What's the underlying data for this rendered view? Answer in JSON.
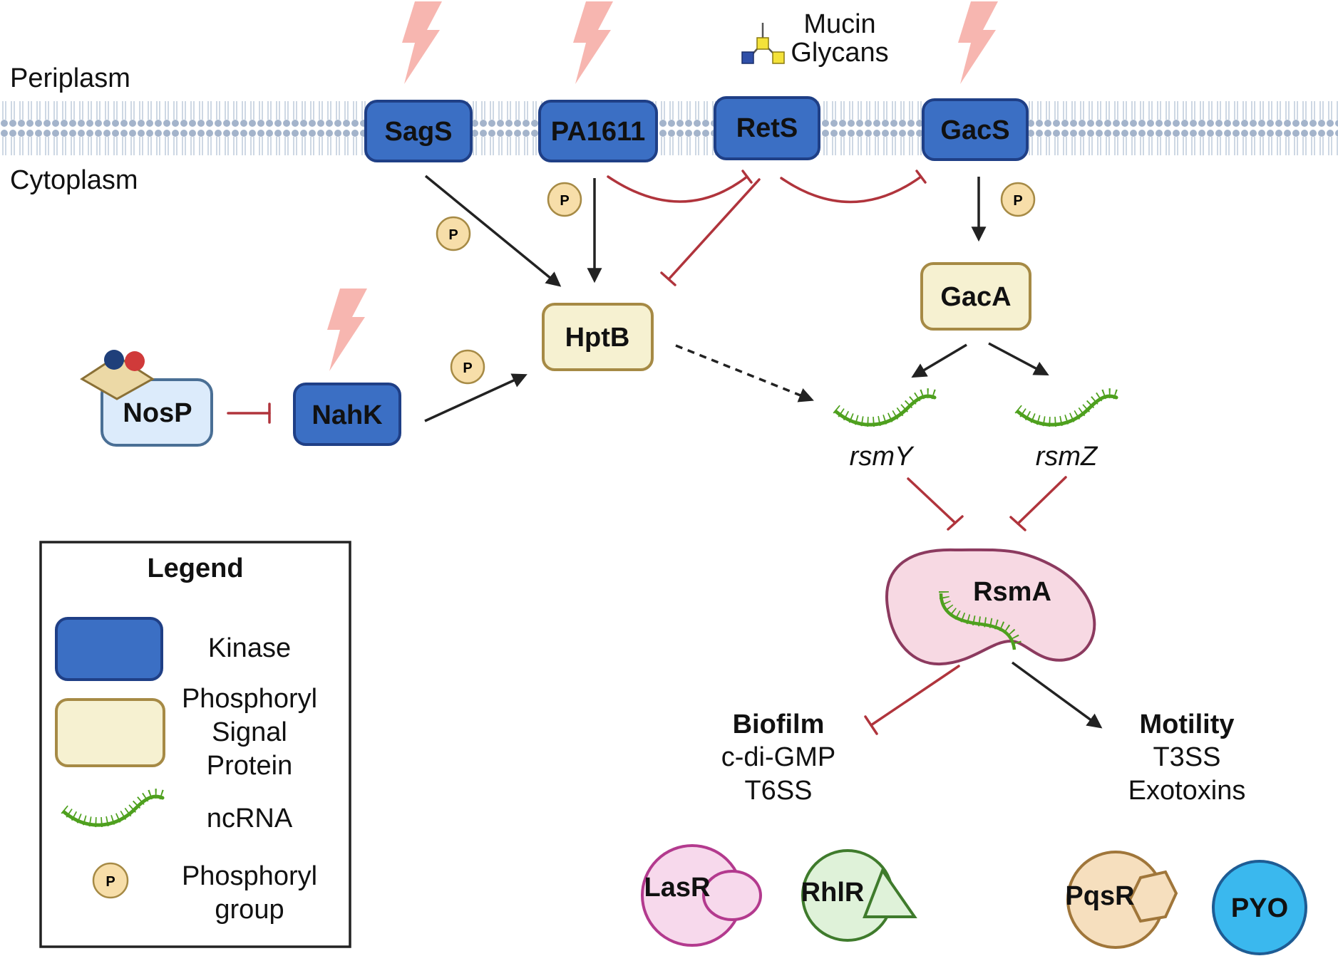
{
  "compartments": {
    "periplasm": "Periplasm",
    "cytoplasm": "Cytoplasm"
  },
  "ligand": {
    "line1": "Mucin",
    "line2": "Glycans"
  },
  "kinases": {
    "sags": "SagS",
    "pa1611": "PA1611",
    "rets": "RetS",
    "gacs": "GacS",
    "nahk": "NahK"
  },
  "signal_proteins": {
    "hptb": "HptB",
    "gaca": "GacA"
  },
  "nosp": "NosP",
  "ncrna": {
    "rsmy": "rsmY",
    "rsmz": "rsmZ"
  },
  "rsma": "RsmA",
  "phosphoryl_symbol": "P",
  "outputs": {
    "biofilm": {
      "title": "Biofilm",
      "line1": "c-di-GMP",
      "line2": "T6SS"
    },
    "motility": {
      "title": "Motility",
      "line1": "T3SS",
      "line2": "Exotoxins"
    }
  },
  "quorum_sensing": {
    "lasr": "LasR",
    "rhlr": "RhlR",
    "pqsr": "PqsR",
    "pyo": "PYO"
  },
  "legend": {
    "title": "Legend",
    "kinase": "Kinase",
    "signal_line1": "Phosphoryl",
    "signal_line2": "Signal",
    "signal_line3": "Protein",
    "ncrna": "ncRNA",
    "group_line1": "Phosphoryl",
    "group_line2": "group"
  },
  "colors": {
    "kinase_fill": "#3b6fc4",
    "kinase_stroke": "#1f3f86",
    "signal_fill": "#f6f1d1",
    "signal_stroke": "#a68a45",
    "ncrna": "#4ea01e",
    "inhibit": "#b0343c",
    "activate": "#222222",
    "bolt": "#f7b6b0",
    "membrane": "#a4b4cb"
  }
}
